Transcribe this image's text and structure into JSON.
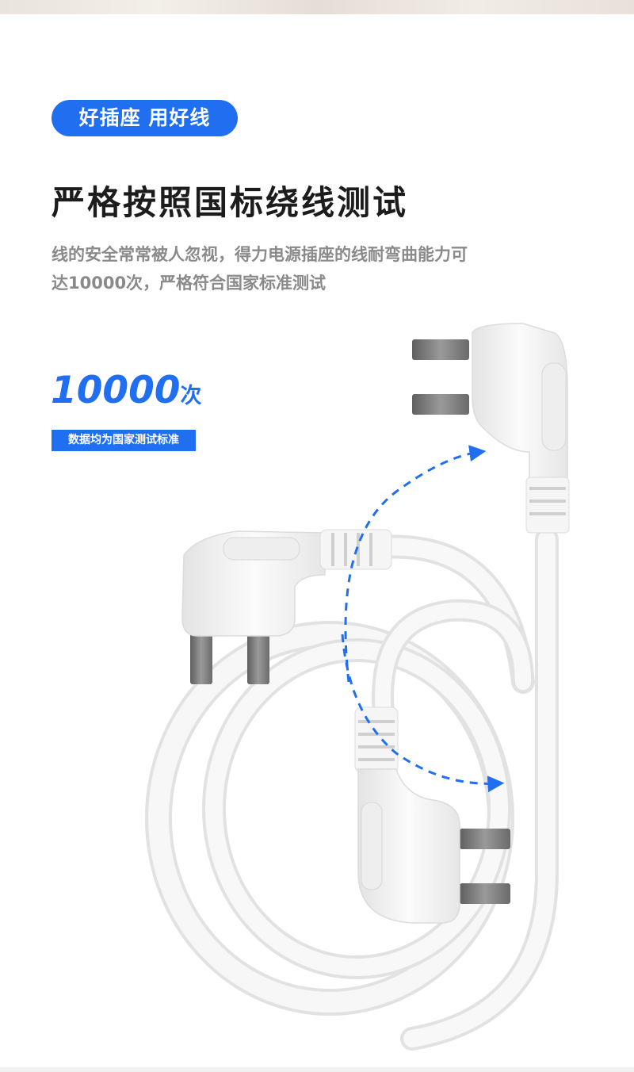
{
  "badge": {
    "label": "好插座 用好线"
  },
  "headline": {
    "text": "严格按照国标绕线测试"
  },
  "description": {
    "line1": "线的安全常常被人忽视，得力电源插座的线耐弯曲能力可",
    "line2": "达10000次，严格符合国家标准测试"
  },
  "highlight": {
    "number": "10000",
    "unit": "次"
  },
  "note": {
    "label": "数据均为国家测试标准"
  },
  "colors": {
    "accent": "#1f6ff0",
    "headline": "#1c1c1c",
    "body_text": "#8a8a8a",
    "cable": "#f4f4f4",
    "pin": "#7b7b7b"
  }
}
